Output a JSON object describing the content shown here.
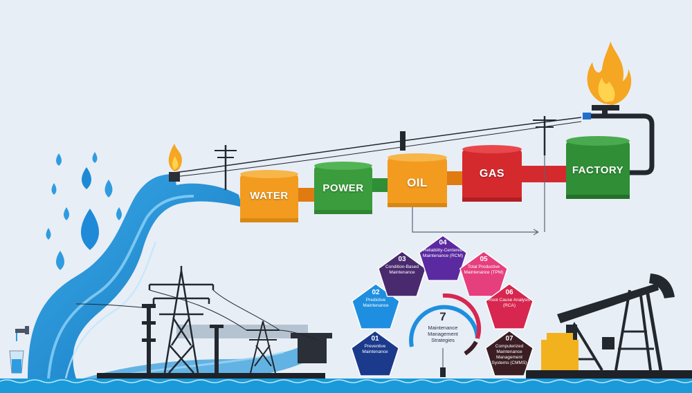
{
  "tanks": [
    {
      "label": "WATER",
      "color": "#f29b1e"
    },
    {
      "label": "POWER",
      "color": "#3a9c3c"
    },
    {
      "label": "OIL",
      "color": "#f29b1e"
    },
    {
      "label": "GAS",
      "color": "#d42a2e"
    },
    {
      "label": "FACTORY",
      "color": "#2f8e36"
    }
  ],
  "strategies": {
    "center_number": "7",
    "center_title": "Maintenance Management Strategies",
    "items": [
      {
        "number": "01",
        "label": "Preventive Maintenance",
        "color": "#1b3a8c"
      },
      {
        "number": "02",
        "label": "Predictive Maintenance",
        "color": "#1e8fe0"
      },
      {
        "number": "03",
        "label": "Condition-Based Maintenance",
        "color": "#4a2a6e"
      },
      {
        "number": "04",
        "label": "Reliability-Centered Maintenance (RCM)",
        "color": "#5b2aa0"
      },
      {
        "number": "05",
        "label": "Total Productive Maintenance (TPM)",
        "color": "#e63f7e"
      },
      {
        "number": "06",
        "label": "Root Cause Analysis (RCA)",
        "color": "#d7264f"
      },
      {
        "number": "07",
        "label": "Computerized Maintenance Management Systems (CMMS)",
        "color": "#3b1e24"
      }
    ]
  },
  "icons": [
    "water-drop-icon",
    "flame-icon",
    "power-pylon-icon",
    "oil-pumpjack-icon",
    "water-tap-icon"
  ]
}
